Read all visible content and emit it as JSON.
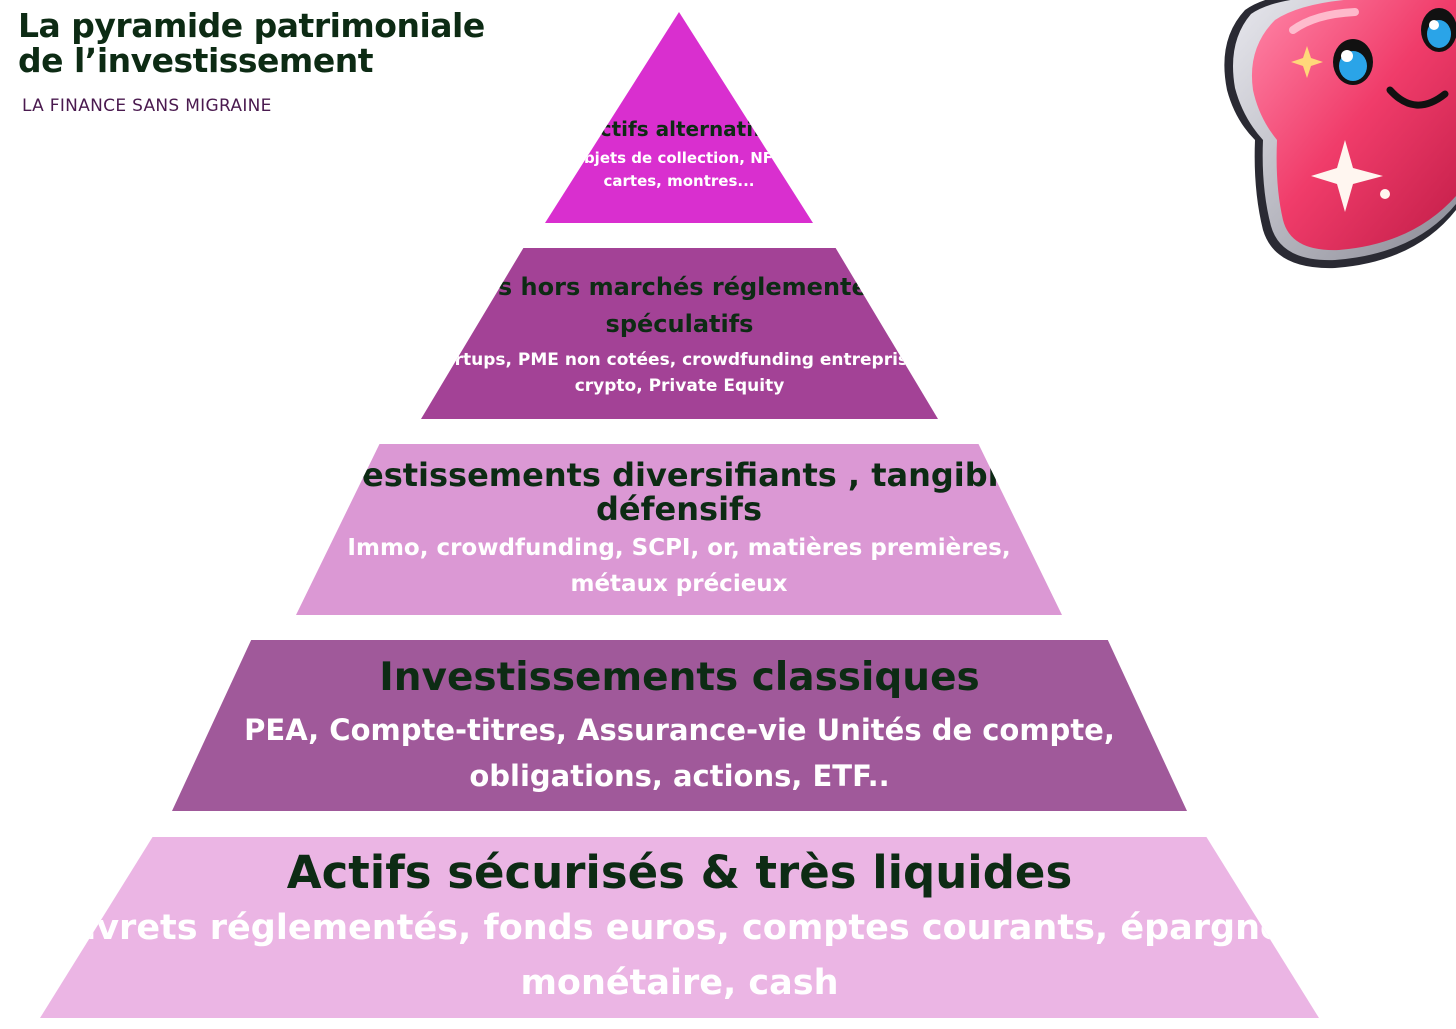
{
  "header": {
    "title_line1": "La pyramide patrimoniale",
    "title_line2": "de l’investissement",
    "brand": "LA FINANCE SANS MIGRAINE"
  },
  "pyramid": {
    "tiers": [
      {
        "title": "Actifs alternatifs",
        "subtitle": "Objets de collection, NFT, cartes, montres...",
        "color": "#d92fcf"
      },
      {
        "title": "Actifs hors marchés réglementés ou spéculatifs",
        "subtitle": "Startups, PME non cotées, crowdfunding entreprises, crypto, Private Equity",
        "color": "#a34296"
      },
      {
        "title": "Investissements diversifiants , tangibles, défensifs",
        "subtitle": "Immo, crowdfunding, SCPI, or, matières premières, métaux précieux",
        "color": "#db98d4"
      },
      {
        "title": "Investissements classiques",
        "subtitle": "PEA, Compte-titres, Assurance-vie Unités de compte, obligations, actions, ETF..",
        "color": "#a0599a"
      },
      {
        "title": "Actifs sécurisés & très liquides",
        "subtitle": "Livrets réglementés, fonds euros, comptes courants, épargne, monétaire, cash",
        "color": "#ebb5e4"
      }
    ]
  },
  "colors": {
    "title_text": "#0d2b14",
    "brand_text": "#4a1a4f",
    "tier_title_text": "#0d2b14",
    "tier_subtitle_text": "#ffffff"
  },
  "mascot": {
    "icon": "pink-gem-mascot-icon"
  }
}
